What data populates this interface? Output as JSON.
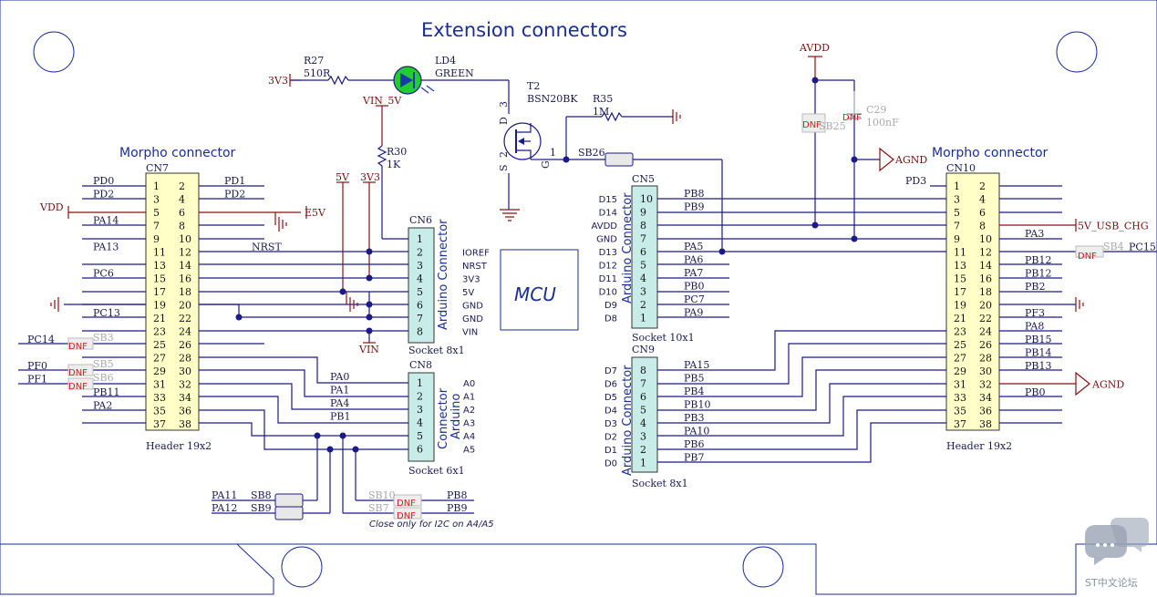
{
  "title": "Extension connectors",
  "mcu": "MCU",
  "left": {
    "heading": "Morpho connector",
    "ref": "CN7",
    "footer": "Header 19x2",
    "pins_left": [
      "1",
      "3",
      "5",
      "7",
      "9",
      "11",
      "13",
      "15",
      "17",
      "19",
      "21",
      "23",
      "25",
      "27",
      "29",
      "31",
      "33",
      "35",
      "37"
    ],
    "pins_right": [
      "2",
      "4",
      "6",
      "8",
      "10",
      "12",
      "14",
      "16",
      "18",
      "20",
      "22",
      "24",
      "26",
      "28",
      "30",
      "32",
      "34",
      "36",
      "38"
    ],
    "nets_left": [
      "PD0",
      "PD2",
      "VDD",
      "PA14",
      "",
      "PA13",
      "",
      "PC6",
      "",
      "",
      "PC13",
      "",
      "PC14",
      "",
      "PF0",
      "PF1",
      "PB11",
      "PA2",
      ""
    ],
    "nets_right": [
      "PD1",
      "PD2",
      "E5V",
      "",
      "",
      "NRST",
      "",
      "",
      "",
      "",
      "",
      "",
      "",
      "",
      "",
      "",
      "",
      "",
      ""
    ]
  },
  "right": {
    "heading": "Morpho connector",
    "ref": "CN10",
    "footer": "Header 19x2",
    "pins_left": [
      "1",
      "3",
      "5",
      "7",
      "9",
      "11",
      "13",
      "15",
      "17",
      "19",
      "21",
      "23",
      "25",
      "27",
      "29",
      "31",
      "33",
      "35",
      "37"
    ],
    "pins_right": [
      "2",
      "4",
      "6",
      "8",
      "10",
      "12",
      "14",
      "16",
      "18",
      "20",
      "22",
      "24",
      "26",
      "28",
      "30",
      "32",
      "34",
      "36",
      "38"
    ],
    "nets_left": [
      "PD3"
    ],
    "nets_right": [
      "",
      "",
      "",
      "5V_USB_CHG",
      "PA3",
      "PC15",
      "PB12",
      "PB12",
      "PB2",
      "",
      "PF3",
      "PA8",
      "PB15",
      "PB14",
      "PB13",
      "AGND",
      "PB0",
      "",
      ""
    ]
  },
  "cn6": {
    "ref": "CN6",
    "title": "Arduino Connector",
    "footer": "Socket 8x1",
    "pins": [
      "1",
      "2",
      "3",
      "4",
      "5",
      "6",
      "7",
      "8"
    ],
    "signals": [
      "IOREF",
      "NRST",
      "3V3",
      "5V",
      "GND",
      "GND",
      "VIN"
    ]
  },
  "cn8": {
    "ref": "CN8",
    "title1": "Connector",
    "title2": "Arduino",
    "footer": "Socket 6x1",
    "pins": [
      "1",
      "2",
      "3",
      "4",
      "5",
      "6"
    ],
    "signals": [
      "A0",
      "A1",
      "A2",
      "A3",
      "A4",
      "A5"
    ],
    "nets": [
      "PA0",
      "PA1",
      "PA4",
      "PB1"
    ]
  },
  "cn5": {
    "ref": "CN5",
    "title": "Arduino Connector",
    "footer": "Socket 10x1",
    "pins": [
      "10",
      "9",
      "8",
      "7",
      "6",
      "5",
      "4",
      "3",
      "2",
      "1"
    ],
    "signals": [
      "D15",
      "D14",
      "AVDD",
      "GND",
      "D13",
      "D12",
      "D11",
      "D10",
      "D9",
      "D8"
    ],
    "nets": [
      "PB8",
      "PB9",
      "",
      "",
      "PA5",
      "PA6",
      "PA7",
      "PB0",
      "PC7",
      "PA9"
    ]
  },
  "cn9": {
    "ref": "CN9",
    "title": "Arduino Connector",
    "footer": "Socket 8x1",
    "pins": [
      "8",
      "7",
      "6",
      "5",
      "4",
      "3",
      "2",
      "1"
    ],
    "signals": [
      "D7",
      "D6",
      "D5",
      "D4",
      "D3",
      "D2",
      "D1",
      "D0"
    ],
    "nets": [
      "PA15",
      "PB5",
      "PB4",
      "PB10",
      "PB3",
      "PA10",
      "PB6",
      "PB7"
    ]
  },
  "parts": {
    "r27": "R27",
    "r27v": "510R",
    "v33": "3V3",
    "ld4": "LD4",
    "ld4c": "GREEN",
    "t2": "T2",
    "t2v": "BSN20BK",
    "r35": "R35",
    "r35v": "1M",
    "r30": "R30",
    "r30v": "1K",
    "vin5v": "VIN_5V",
    "sb26": "SB26",
    "avdd": "AVDD",
    "sb25": "SB25",
    "c29": "C29",
    "c29v": "100nF",
    "agnd": "AGND",
    "sb4": "SB4",
    "sb3": "SB3",
    "sb5": "SB5",
    "sb6": "SB6",
    "sb8": "SB8",
    "sb9": "SB9",
    "pa11": "PA11",
    "pa12": "PA12",
    "sb10": "SB10",
    "sb7": "SB7",
    "pb8": "PB8",
    "pb9": "PB9",
    "note": "Close only for I2C on A4/A5",
    "dnf": "DNF",
    "v5": "5V",
    "v33b": "3V3",
    "vin": "VIN",
    "pin_d": "D",
    "pin_d3": "3",
    "pin_s": "S",
    "pin_s2": "2",
    "pin_g": "G",
    "pin_g1": "1"
  },
  "watermark": "ST中文论坛"
}
